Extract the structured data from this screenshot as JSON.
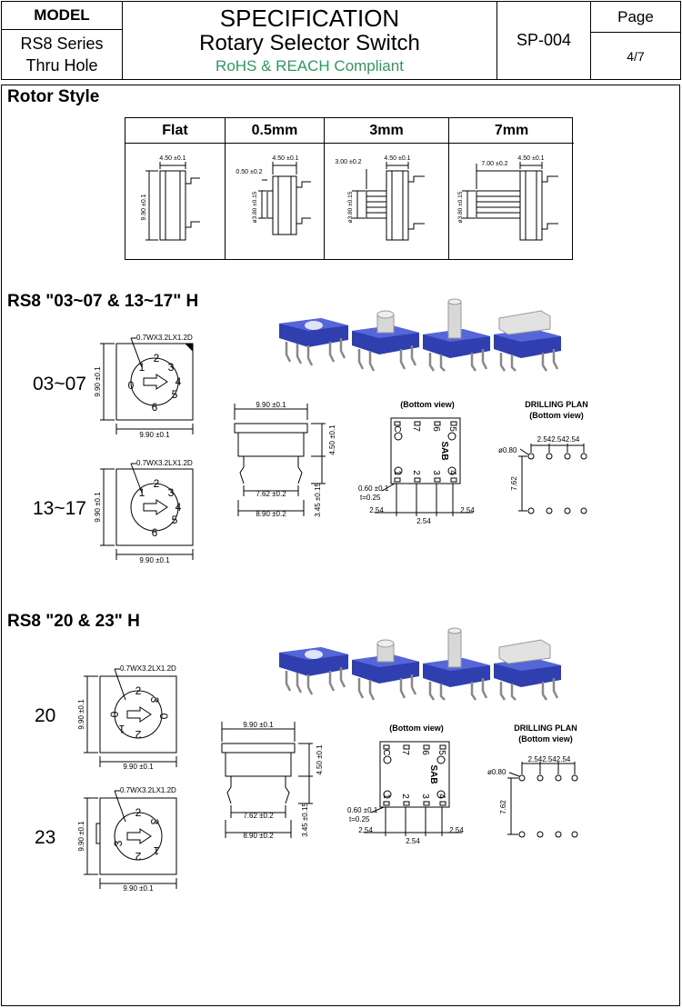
{
  "header": {
    "model_label": "MODEL",
    "series": "RS8 Series",
    "mount": "Thru Hole",
    "title": "SPECIFICATION",
    "subtitle": "Rotary Selector Switch",
    "compliance": "RoHS & REACH Compliant",
    "doc_no": "SP-004",
    "page_label": "Page",
    "page_value": "4/7"
  },
  "colors": {
    "compliance": "#2e9a5e",
    "switch_body": "#2f3fb0"
  },
  "rotor": {
    "title": "Rotor Style",
    "columns": [
      {
        "label": "Flat",
        "dims": [
          "4.50 ±0.1",
          "9.90 ±0.1"
        ]
      },
      {
        "label": "0.5mm",
        "dims": [
          "0.50 ±0.2",
          "4.50 ±0.1",
          "ø3.80 ±0.15"
        ]
      },
      {
        "label": "3mm",
        "dims": [
          "3.00 ±0.2",
          "4.50 ±0.1",
          "ø3.80 ±0.15"
        ]
      },
      {
        "label": "7mm",
        "dims": [
          "7.00 ±0.2",
          "4.50 ±0.1",
          "ø3.80 ±0.15"
        ]
      }
    ]
  },
  "section1": {
    "title": "RS8 \"03~07 & 13~17\" H",
    "label_a": "03~07",
    "label_b": "13~17",
    "slot": "0.7WX3.2LX1.2D",
    "dim_990": "9.90 ±0.1",
    "side_dims": {
      "top": "9.90 ±0.1",
      "height": "4.50 ±0.1",
      "pitch": "7.62 ±0.2",
      "width": "8.90 ±0.2",
      "pin": "3.45 ±0.15"
    },
    "bottom_title": "(Bottom view)",
    "bottom_pins_top": [
      "C",
      "7",
      "6",
      "5"
    ],
    "bottom_pins_bottom": [
      "1",
      "2",
      "3",
      "4"
    ],
    "sab": "SAB",
    "bottom_dims": {
      "pin_w": "0.60 ±0.1",
      "t": "t=0.25",
      "p1": "2.54",
      "p2": "2.54",
      "p3": "2.54"
    },
    "drill_title": "DRILLING PLAN",
    "drill_sub": "(Bottom view)",
    "drill_dims": {
      "dia": "ø0.80",
      "pitch": "2.542.542.54",
      "row": "7.62"
    }
  },
  "section2": {
    "title": "RS8 \"20 & 23\" H",
    "label_a": "20",
    "label_b": "23",
    "slot": "0.7WX3.2LX1.2D",
    "dim_990": "9.90 ±0.1",
    "side_dims": {
      "top": "9.90 ±0.1",
      "height": "4.50 ±0.1",
      "pitch": "7.62 ±0.2",
      "width": "8.90 ±0.2",
      "pin": "3.45 ±0.15"
    },
    "bottom_title": "(Bottom view)",
    "bottom_pins_top": [
      "C",
      "7",
      "6",
      "5"
    ],
    "bottom_pins_bottom": [
      "1",
      "2",
      "3",
      "4"
    ],
    "sab": "SAB",
    "bottom_dims": {
      "pin_w": "0.60 ±0.1",
      "t": "t=0.25",
      "p1": "2.54",
      "p2": "2.54",
      "p3": "2.54"
    },
    "drill_title": "DRILLING PLAN",
    "drill_sub": "(Bottom view)",
    "drill_dims": {
      "dia": "ø0.80",
      "pitch": "2.542.542.54",
      "row": "7.62"
    }
  },
  "dials": {
    "d0307": [
      "1",
      "2",
      "3",
      "4",
      "5",
      "6",
      "0"
    ],
    "d1317": [
      "1",
      "2",
      "3",
      "4",
      "5",
      "6"
    ],
    "d20": [
      "2",
      "3",
      "0",
      "2",
      "1",
      "0"
    ],
    "d23": [
      "2",
      "3",
      "2",
      "1",
      "3"
    ]
  }
}
